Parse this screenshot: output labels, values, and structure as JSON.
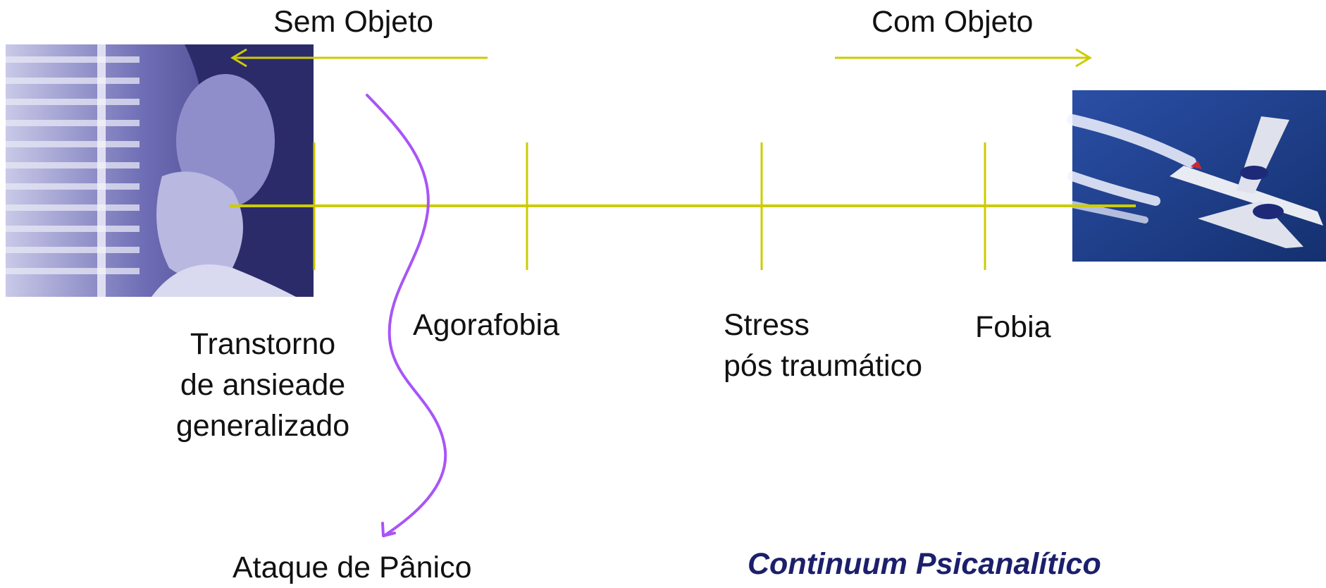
{
  "labels": {
    "sem_objeto": "Sem Objeto",
    "com_objeto": "Com Objeto",
    "tag": "Transtorno\nde ansieade\ngeneralizado",
    "agorafobia": "Agorafobia",
    "stress": "Stress\npós traumático",
    "fobia": "Fobia",
    "ataque_panico": "Ataque de Pânico",
    "caption": "Continuum Psicanalítico"
  },
  "colors": {
    "axis": "#cccc00",
    "curve": "#a855f7",
    "caption": "#1c1f6b",
    "photo_tint": "#4b4a9a",
    "sky": "#1d3c8a"
  },
  "icons": {
    "left_arrow": "arrow-left-icon",
    "right_arrow": "arrow-right-icon",
    "woman_photo": "anxious-woman-photo",
    "airplane_photo": "airplane-photo"
  }
}
